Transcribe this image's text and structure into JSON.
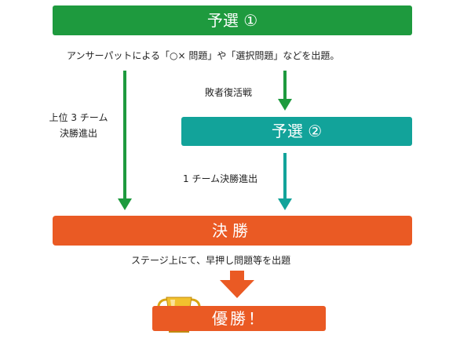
{
  "stages": {
    "prelim1": "予選 ①",
    "prelim2": "予選 ②",
    "final": "決勝",
    "winner": "優勝！"
  },
  "notes": {
    "prelim1_desc": "アンサーパットによる「○× 問題」や「選択問題」などを出題。",
    "revival": "敗者復活戦",
    "top3_line1": "上位 3 チーム",
    "top3_line2": "決勝進出",
    "one_team": "1 チーム決勝進出",
    "final_desc": "ステージ上にて、早押し問題等を出題"
  },
  "colors": {
    "green": "#1e9a3e",
    "teal": "#12a39a",
    "orange": "#ea5a24",
    "gold": "#e8b21a"
  },
  "icons": {
    "trophy": "trophy-icon"
  }
}
